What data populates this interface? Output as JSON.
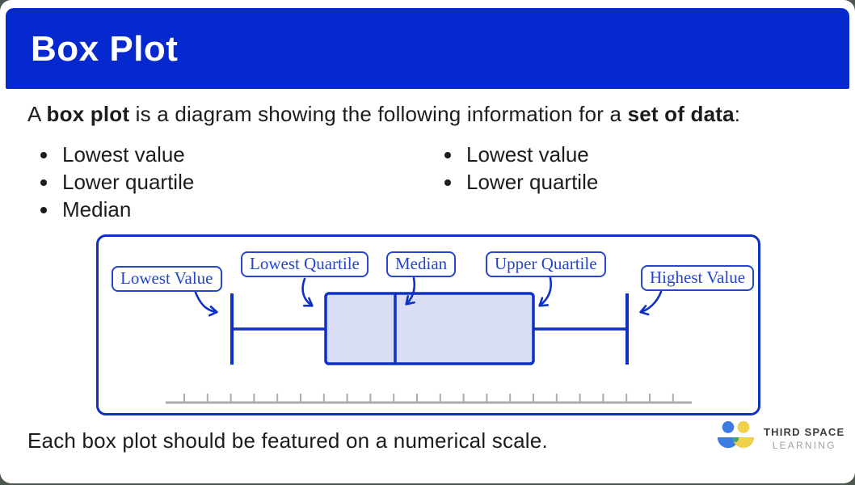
{
  "header": {
    "title": "Box Plot"
  },
  "intro": {
    "part1": "A ",
    "bold1": "box plot",
    "part2": " is a diagram showing the following information for a ",
    "bold2": "set of data",
    "part3": ":"
  },
  "bullets": {
    "left": [
      "Lowest value",
      "Lower quartile",
      "Median"
    ],
    "right": [
      "Lowest value",
      "Lower quartile"
    ]
  },
  "diagram": {
    "labels": {
      "lowest_value": "Lowest Value",
      "lowest_quartile": "Lowest Quartile",
      "median": "Median",
      "upper_quartile": "Upper Quartile",
      "highest_value": "Highest Value"
    },
    "scale": {
      "tick_count": 22
    },
    "colors": {
      "stroke_blue": "#0E30C5",
      "label_blue": "#2546CB",
      "box_fill": "#D9DEF5",
      "scale_gray": "#ACACAC"
    }
  },
  "footer": {
    "text": "Each box plot should be featured on a numerical scale."
  },
  "logo": {
    "line1": "THIRD SPACE",
    "line2": "LEARNING",
    "colors": {
      "blue": "#3D7CE3",
      "yellow": "#EFD14C",
      "green": "#35A77C"
    }
  },
  "colors": {
    "header_bg": "#0529CE",
    "frame": "#4A584E",
    "body_text": "#1C1C1E"
  }
}
